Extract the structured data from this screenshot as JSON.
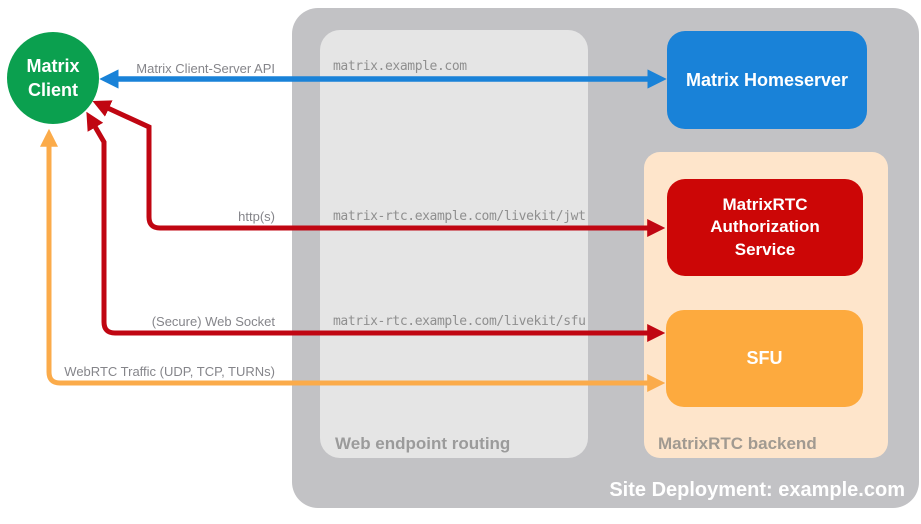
{
  "title": "MatrixRTC site deployment diagram",
  "colors": {
    "outer_container": "#c2c2c5",
    "routing_container": "#e5e5e5",
    "backend_container": "#fee5cb",
    "homeserver_node": "#1982d8",
    "auth_service_node": "#cc0606",
    "sfu_node": "#fdaa3e",
    "client_node": "#0ba04f",
    "arrow_blue": "#1982d8",
    "arrow_red": "#c00612",
    "arrow_orange": "#fbab4a",
    "label_gray": "#85858a"
  },
  "client": {
    "label": "Matrix Client"
  },
  "containers": {
    "site_deployment": {
      "label": "Site Deployment: example.com"
    },
    "web_endpoint_routing": {
      "label": "Web endpoint routing"
    },
    "matrixrtc_backend": {
      "label": "MatrixRTC backend"
    }
  },
  "nodes": {
    "homeserver": {
      "label": "Matrix Homeserver"
    },
    "auth_service": {
      "label": "MatrixRTC Authorization Service"
    },
    "sfu": {
      "label": "SFU"
    }
  },
  "endpoints": [
    "matrix.example.com",
    "matrix-rtc.example.com/livekit/jwt",
    "matrix-rtc.example.com/livekit/sfu"
  ],
  "arrows": [
    {
      "label": "Matrix Client-Server API",
      "color": "#1982d8",
      "from": "Matrix Client",
      "to": "Matrix Homeserver",
      "bidirectional": true
    },
    {
      "label": "http(s)",
      "color": "#c00612",
      "from": "Matrix Client",
      "to": "MatrixRTC Authorization Service",
      "bidirectional": true
    },
    {
      "label": "(Secure) Web Socket",
      "color": "#c00612",
      "from": "Matrix Client",
      "to": "SFU",
      "bidirectional": true
    },
    {
      "label": "WebRTC Traffic (UDP, TCP, TURNs)",
      "color": "#fbab4a",
      "from": "Matrix Client",
      "to": "SFU",
      "bidirectional": true
    }
  ]
}
